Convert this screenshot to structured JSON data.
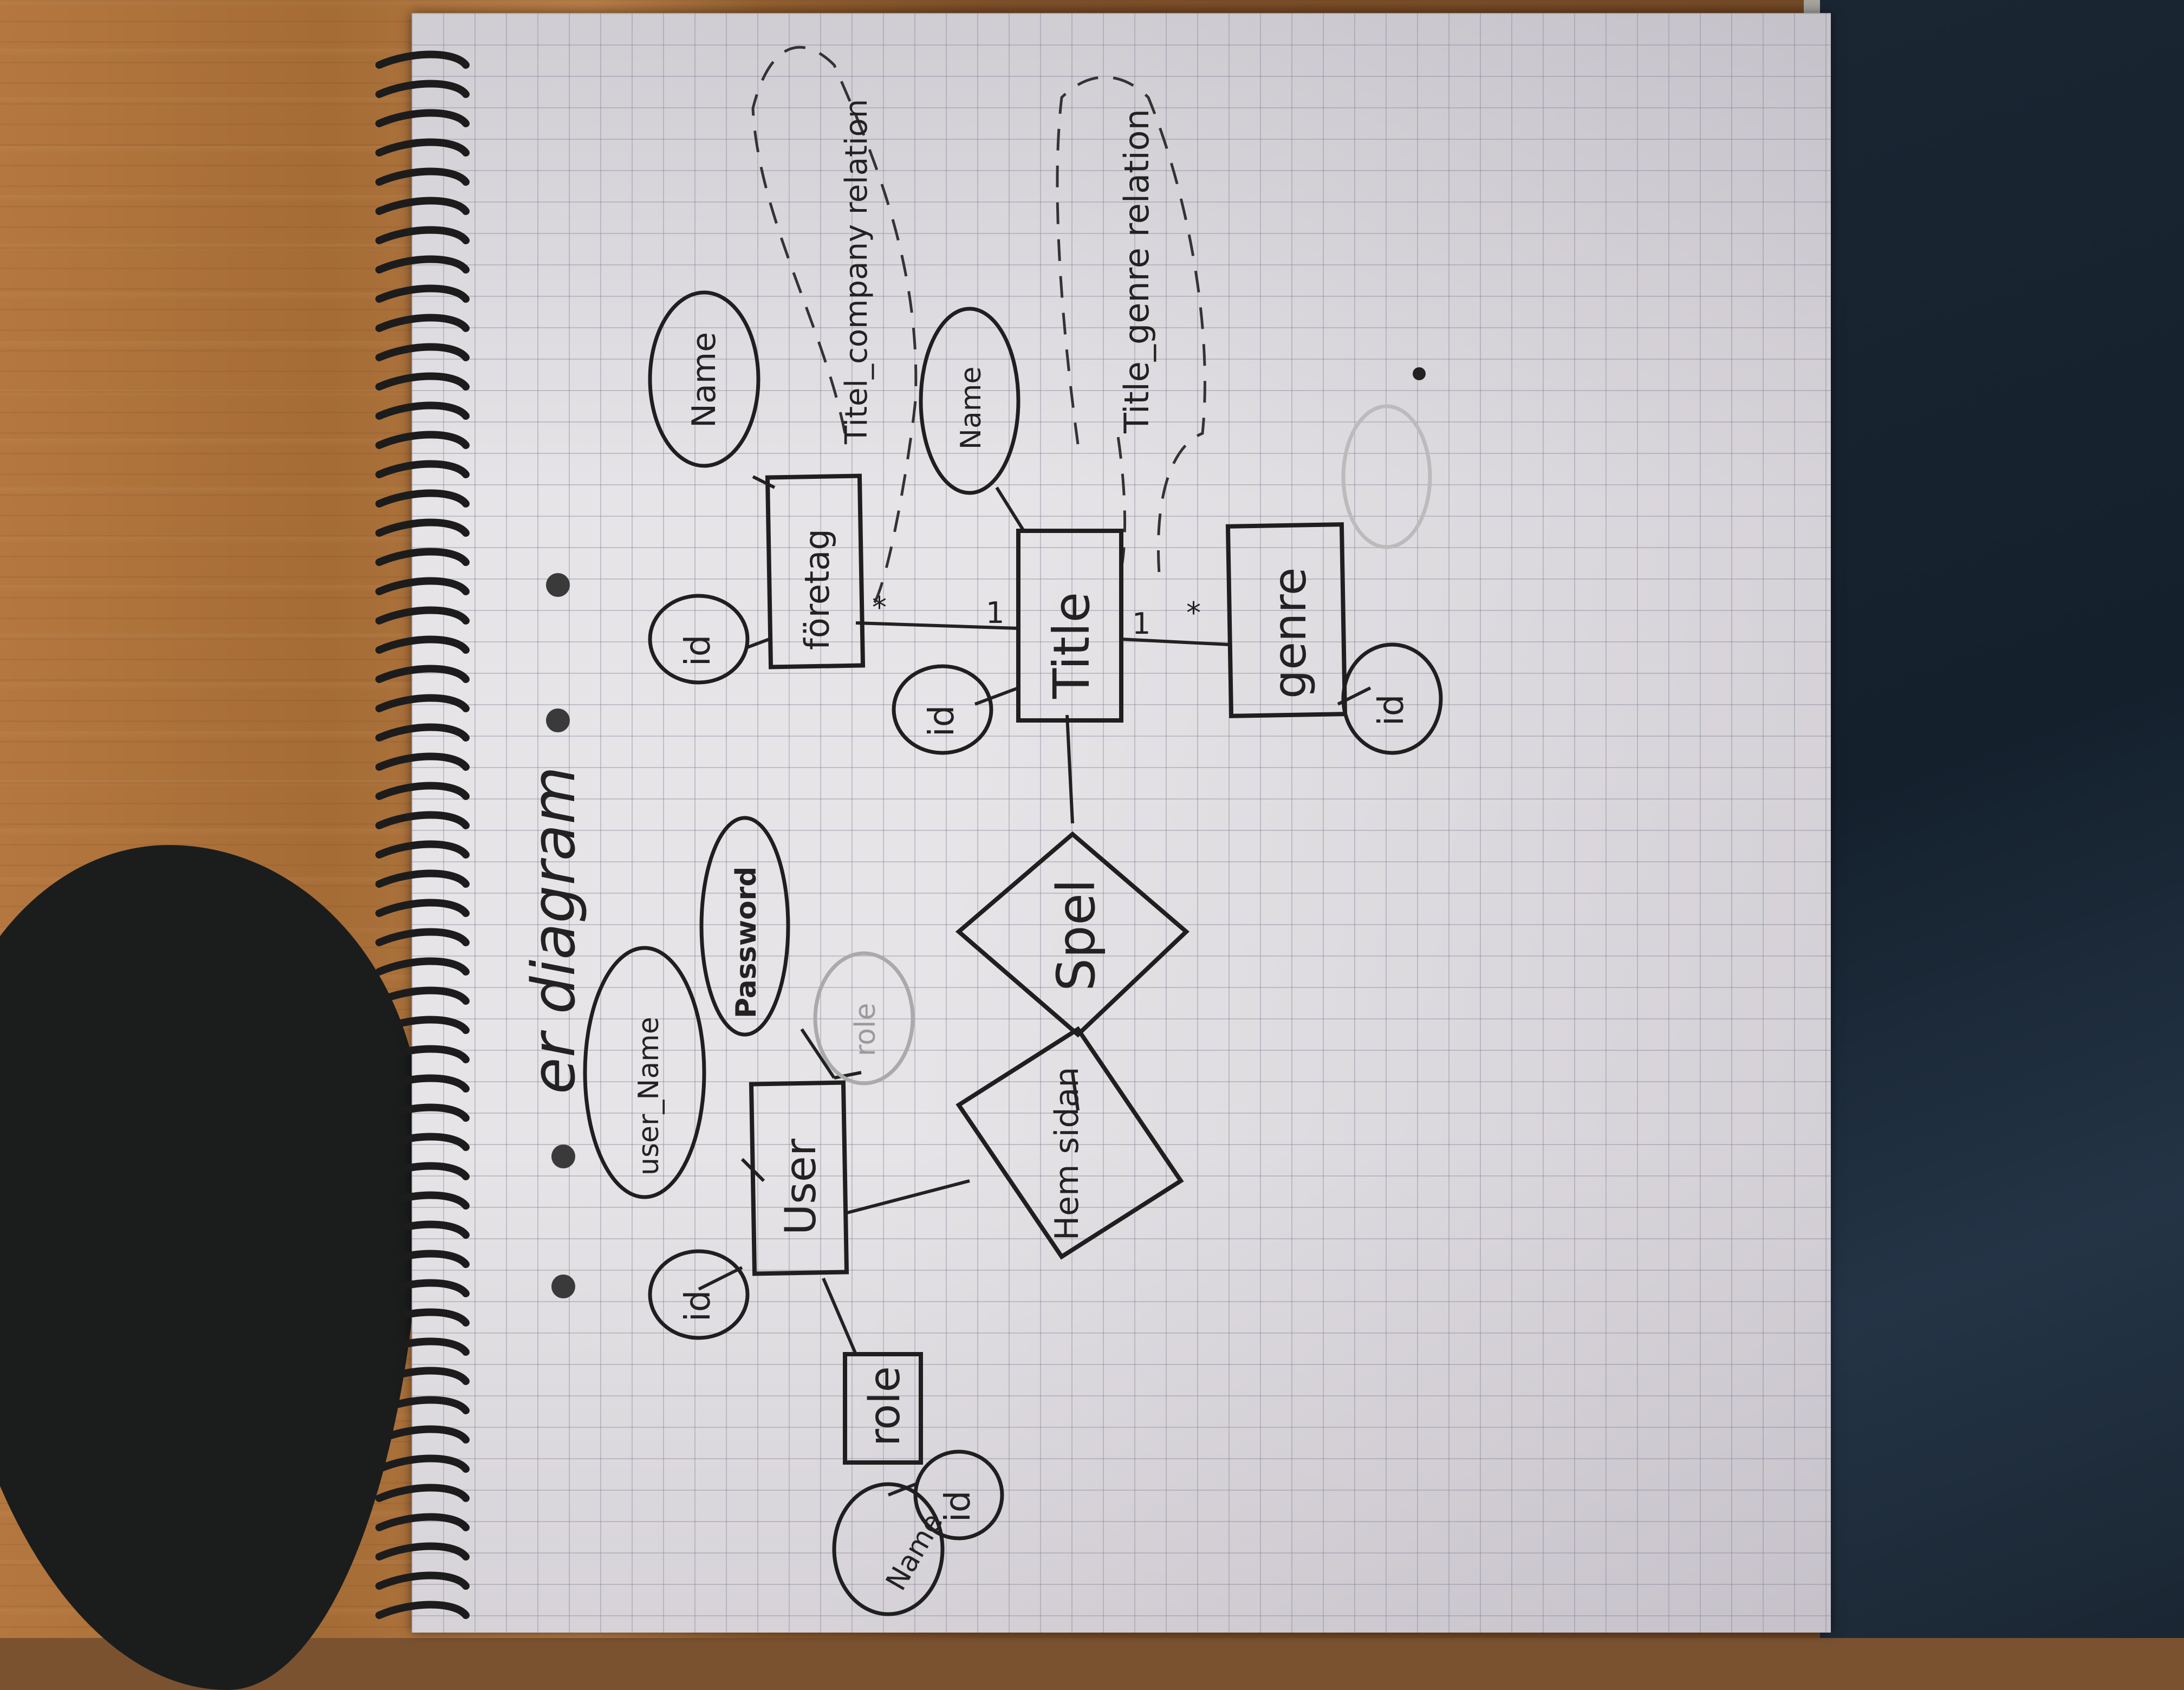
{
  "diagram": {
    "title": "er diagram",
    "entities": {
      "user": "User",
      "role": "role",
      "foretag": "företag",
      "title": "Title",
      "genre": "genre"
    },
    "relations": {
      "hemsidan": "Hem sidan",
      "spel": "Spel"
    },
    "attributes": {
      "user_id": "id",
      "user_name": "user_Name",
      "password": "Password",
      "user_role": "role",
      "role_id": "id",
      "role_name": "Name",
      "foretag_id": "id",
      "foretag_name": "Name",
      "title_id": "id",
      "title_name": "Name",
      "genre_id": "id"
    },
    "dashed_groups": {
      "titel_company": "Titel_company relation",
      "title_genre": "Title_genre relation"
    },
    "cardinalities": {
      "foretag_side": "*",
      "title_foretag_side": "1",
      "title_genre_side": "1",
      "genre_side": "*"
    }
  }
}
